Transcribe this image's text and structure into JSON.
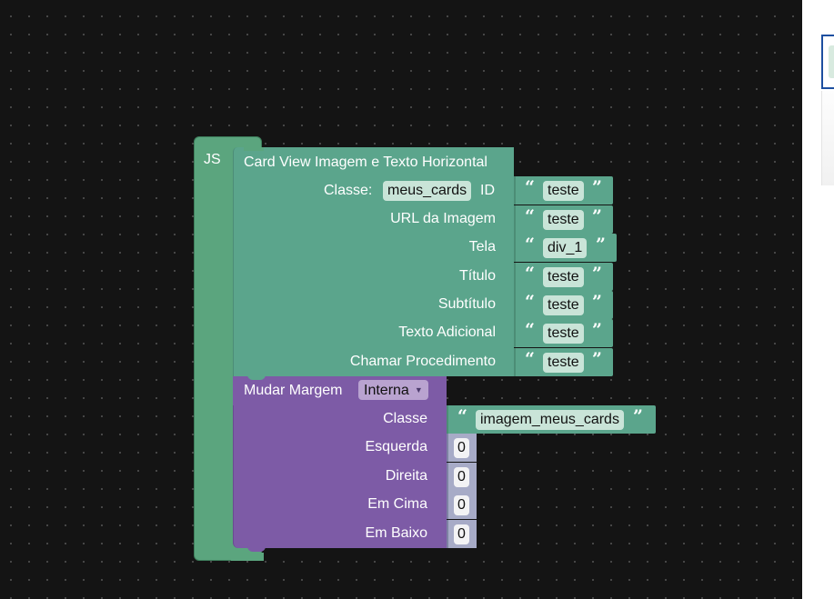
{
  "workspace": {
    "js_block_label": "JS"
  },
  "card_block": {
    "title": "Card View Imagem e Texto Horizontal",
    "classe_label": "Classe:",
    "classe_value": "meus_cards",
    "id_label": "ID",
    "inputs": [
      {
        "label": "",
        "value": "teste"
      },
      {
        "label": "URL da Imagem",
        "value": "teste"
      },
      {
        "label": "Tela",
        "value": "div_1"
      },
      {
        "label": "Título",
        "value": "teste"
      },
      {
        "label": "Subtítulo",
        "value": "teste"
      },
      {
        "label": "Texto Adicional",
        "value": "teste"
      },
      {
        "label": "Chamar Procedimento",
        "value": "teste"
      }
    ],
    "quote_open": "“",
    "quote_close": "”",
    "color": "#5ba58c"
  },
  "margin_block": {
    "title": "Mudar Margem",
    "mode_value": "Interna",
    "classe_label": "Classe",
    "classe_value": "imagem_meus_cards",
    "inputs": [
      {
        "label": "Esquerda",
        "value": "0"
      },
      {
        "label": "Direita",
        "value": "0"
      },
      {
        "label": "Em Cima",
        "value": "0"
      },
      {
        "label": "Em Baixo",
        "value": "0"
      }
    ],
    "color": "#7d5ba6"
  },
  "colors": {
    "background": "#141414",
    "js_block": "#5ba57e",
    "number_block": "#a7abc7"
  }
}
